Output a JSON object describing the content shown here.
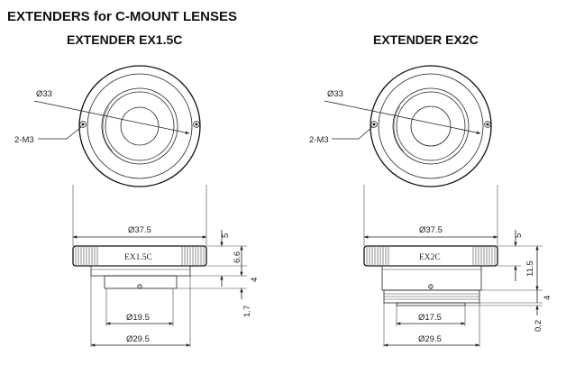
{
  "page": {
    "title": "EXTENDERS for C-MOUNT LENSES"
  },
  "left": {
    "title": "EXTENDER EX1.5C",
    "engraving": "EX1.5C",
    "dims": {
      "front_diameter": "Ø33",
      "screws": "2-M3",
      "outer_diameter": "Ø37.5",
      "ring_height": "5",
      "total_height": "6.6",
      "mount_height": "4",
      "mount_lip": "1.7",
      "bore_diameter": "Ø19.5",
      "mount_diameter": "Ø29.5"
    }
  },
  "right": {
    "title": "EXTENDER EX2C",
    "engraving": "EX2C",
    "dims": {
      "front_diameter": "Ø33",
      "screws": "2-M3",
      "outer_diameter": "Ø37.5",
      "ring_height": "5",
      "total_height": "11.5",
      "mount_height": "4",
      "mount_lip": "0.2",
      "bore_diameter": "Ø17.5",
      "mount_diameter": "Ø29.5"
    }
  }
}
